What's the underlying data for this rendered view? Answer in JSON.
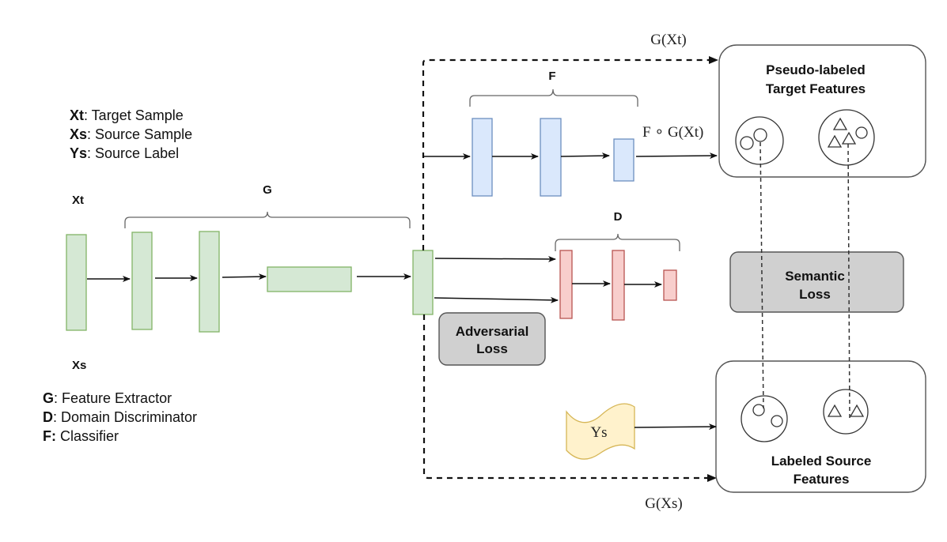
{
  "legend_top": [
    {
      "key": "Xt",
      "desc": ": Target Sample"
    },
    {
      "key": "Xs",
      "desc": ": Source Sample"
    },
    {
      "key": "Ys",
      "desc": ": Source Label"
    }
  ],
  "legend_bottom": [
    {
      "key": "G",
      "desc": ": Feature Extractor"
    },
    {
      "key": "D",
      "desc": ": Domain Discriminator"
    },
    {
      "key": "F:",
      "desc": " Classifier"
    }
  ],
  "inputs": {
    "target": "Xt",
    "source": "Xs"
  },
  "modules": {
    "feature_extractor": "G",
    "classifier": "F",
    "discriminator": "D"
  },
  "edge_labels": {
    "target_features": "G(Xt)",
    "source_features": "G(Xs)",
    "classifier_output": "F ∘ G(Xt)"
  },
  "label_node": "Ys",
  "losses": {
    "adversarial": [
      "Adversarial",
      "Loss"
    ],
    "semantic": [
      "Semantic",
      "Loss"
    ]
  },
  "panels": {
    "target": [
      "Pseudo-labeled",
      "Target Features"
    ],
    "source": [
      "Labeled Source",
      "Features"
    ]
  },
  "colors": {
    "extractor_fill": "#d5e8d4",
    "extractor_stroke": "#82b366",
    "classifier_fill": "#dae8fc",
    "classifier_stroke": "#6c8ebf",
    "discriminator_fill": "#f8cecc",
    "discriminator_stroke": "#b85450",
    "loss_fill": "#d0d0d0",
    "label_fill": "#fff2cc",
    "label_stroke": "#d6b656"
  }
}
